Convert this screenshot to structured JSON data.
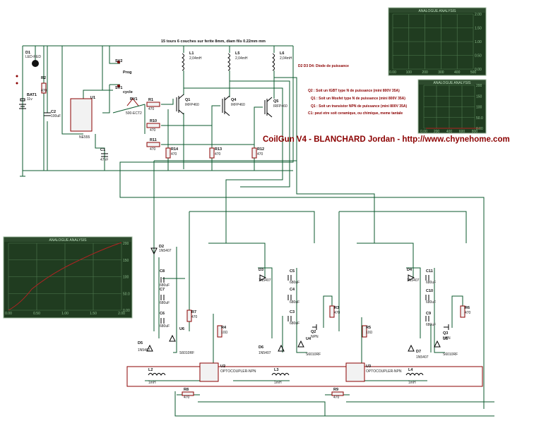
{
  "title": "CoilGun V4 - BLANCHARD Jordan - http://www.chynehome.com",
  "coil_note": "15 tours 6 couches sur ferite 8mm, diam fils 0.22mm mm",
  "notes": [
    "D2 D3 D4: Diode de puissance",
    "Q2 : Soit un IGBT type N de puissance (mini 800V 35A)",
    "Q1 : Soit un Mosfet type N de puissance (mini 800V 35A)",
    "Q1 : Soit un transistor NPN de puissance (mini 800V 35A)",
    "C1: peut etre soit ceramique, ou chimique, meme tantale"
  ],
  "switches": [
    {
      "ref": "SV2",
      "label": "Prog"
    },
    {
      "ref": "SV1",
      "label": "cycle"
    }
  ],
  "components": {
    "D1": {
      "ref": "D1",
      "value": "LED-RED"
    },
    "BAT1": {
      "ref": "BAT1",
      "value": "11v"
    },
    "R2": {
      "ref": "R2",
      "value": "470"
    },
    "C2": {
      "ref": "C2",
      "value": "100uF"
    },
    "U1": {
      "ref": "U1",
      "value": "NE555"
    },
    "C1": {
      "ref": "C1",
      "value": "47nF"
    },
    "RV1": {
      "ref": "RV1",
      "value": "500-ECT2"
    },
    "R1": {
      "ref": "R1",
      "value": "470"
    },
    "R10": {
      "ref": "R10",
      "value": "470"
    },
    "R11": {
      "ref": "R11",
      "value": "470"
    },
    "R14": {
      "ref": "R14",
      "value": "470"
    },
    "R13": {
      "ref": "R13",
      "value": "470"
    },
    "R12": {
      "ref": "R12",
      "value": "470"
    },
    "Q1": {
      "ref": "Q1",
      "value": "IRFP460"
    },
    "Q4": {
      "ref": "Q4",
      "value": "IRFP460"
    },
    "Q5": {
      "ref": "Q5",
      "value": "IRFP460"
    },
    "L1": {
      "ref": "L1",
      "value": "2,04mH"
    },
    "L5": {
      "ref": "L5",
      "value": "2,04mH"
    },
    "L6": {
      "ref": "L6",
      "value": "2,04mH"
    },
    "D2": {
      "ref": "D2",
      "value": "1N5407"
    },
    "D3": {
      "ref": "D3",
      "value": "1N5407"
    },
    "D4": {
      "ref": "D4",
      "value": "1N5407"
    },
    "C8": {
      "ref": "C8",
      "value": "680uF"
    },
    "C7": {
      "ref": "C7",
      "value": "680uF"
    },
    "C6": {
      "ref": "C6",
      "value": "680uF"
    },
    "C5": {
      "ref": "C5",
      "value": "680uF"
    },
    "C4": {
      "ref": "C4",
      "value": "680uF"
    },
    "C3": {
      "ref": "C3",
      "value": "680uF"
    },
    "C11": {
      "ref": "C11",
      "value": "680uF"
    },
    "C10": {
      "ref": "C10",
      "value": "680uF"
    },
    "C9": {
      "ref": "C9",
      "value": "680uF"
    },
    "R7": {
      "ref": "R7",
      "value": "470"
    },
    "R3": {
      "ref": "R3",
      "value": "470"
    },
    "R6": {
      "ref": "R6",
      "value": "470"
    },
    "R4": {
      "ref": "R4",
      "value": "10Ω"
    },
    "R5": {
      "ref": "R5",
      "value": "10Ω"
    },
    "U6": {
      "ref": "U6",
      "value": "S6010RF"
    },
    "U4": {
      "ref": "U4",
      "value": "S6010RF"
    },
    "U5": {
      "ref": "U5",
      "value": "S6010RF"
    },
    "Q2": {
      "ref": "Q2",
      "value": "NPN"
    },
    "Q3": {
      "ref": "Q3",
      "value": "NPN"
    },
    "D5": {
      "ref": "D5",
      "value": "1N5407"
    },
    "D6": {
      "ref": "D6",
      "value": "1N5407"
    },
    "D7": {
      "ref": "D7",
      "value": "1N5407"
    },
    "L2": {
      "ref": "L2",
      "value": "1mH"
    },
    "L3": {
      "ref": "L3",
      "value": "1mH"
    },
    "L4": {
      "ref": "L4",
      "value": "1mH"
    },
    "U2": {
      "ref": "U2",
      "value": "OPTOCOUPLER-NPN"
    },
    "U3": {
      "ref": "U3",
      "value": "OPTOCOUPLER-NPN"
    },
    "R8": {
      "ref": "R8",
      "value": "470"
    },
    "R9": {
      "ref": "R9",
      "value": "470"
    }
  },
  "scope_large": {
    "title": "ANALOGUE ANALYSIS",
    "y_ticks": [
      "200",
      "150",
      "100",
      "50.0",
      "0.00"
    ],
    "x_ticks": [
      "0.00",
      "0.50",
      "1.00",
      "1.50",
      "2.00"
    ]
  },
  "scope_top_right": {
    "title": "ANALOGUE ANALYSIS",
    "y_ticks": [
      "2.00",
      "1.50",
      "1.00",
      "0.50",
      "0.00"
    ],
    "x_ticks": [
      "0.00",
      "100",
      "200",
      "300",
      "400",
      "500"
    ]
  },
  "scope_mid_right": {
    "title": "ANALOGUE ANALYSIS",
    "y_ticks": [
      "200",
      "150",
      "100",
      "50.0",
      "0.00"
    ],
    "x_ticks": [
      "0.00",
      "200",
      "400",
      "600",
      "800"
    ]
  }
}
